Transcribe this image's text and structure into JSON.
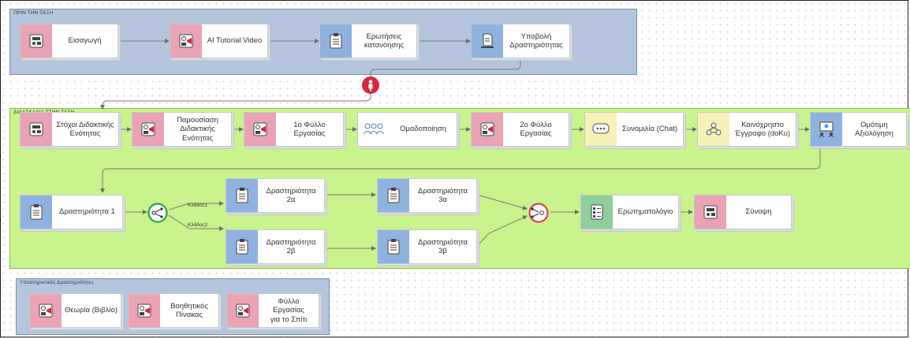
{
  "groups": {
    "before": "ΠΡΙΝ ΤΗΝ ΤΑΞΗ",
    "inclass": "ΔΙΔΑΣΚΑΛΙΑ ΣΤΗΝ ΤΑΞΗ",
    "support": "Υποστηρικτικές Δραστηριότητες"
  },
  "nodes": {
    "intro": "Εισαγωγή",
    "video": "AI Tutorial Video",
    "questions": "Ερωτήσεις\nκατανόησης",
    "submit": "Υποβολή\nΔραστηριότητας",
    "goals": "Στόχοι Διδακτικής\nΕνότητας",
    "presentation": "Παρουσίαση\nΔιδακτικής\nΕνότητας",
    "ws1": "1ο Φύλλο\nΕργασίας",
    "grouping": "Ομαδοποίηση",
    "ws2": "2ο Φύλλο\nΕργασίας",
    "chat": "Συνομιλία (Chat)",
    "doc": "Κοινόχρηστο\nΈγγραφο (doKu)",
    "peer": "Ομότιμη\nΑξιολόγηση",
    "act1": "Δραστηριότητα 1",
    "act2a": "Δραστηριότητα\n2α",
    "act3a": "Δραστηριότητα\n3α",
    "act2b": "Δραστηριότητα\n2β",
    "act3b": "Δραστηριότητα\n3β",
    "quiz": "Ερωτηματολόγιο",
    "summary": "Σύνοψη",
    "theory": "Θεωρία (Βιβλίο)",
    "board": "Βοηθητικός\nΠίνακας",
    "homework": "Φύλλο Εργασίας\nγια το Σπίτι"
  },
  "branches": {
    "b1": "Κλάδος1",
    "b2": "Κλάδος2"
  },
  "colors": {
    "pink": "#e9a3b4",
    "blue": "#8fb3e0",
    "green": "#8fcf9b",
    "yellow": "#f6f2b8",
    "hub_red": "#d9253b",
    "split_green": "#27a744",
    "merge_red": "#e0424f"
  },
  "icons": {
    "intro": "presentation-icon",
    "video": "video-icon",
    "questions": "clipboard-icon",
    "submit": "document-upload-icon",
    "grouping": "people-group-icon",
    "chat": "chat-bubble-icon",
    "doc": "shared-document-icon",
    "peer": "peer-review-icon",
    "quiz": "checklist-icon",
    "summary": "summary-icon"
  }
}
